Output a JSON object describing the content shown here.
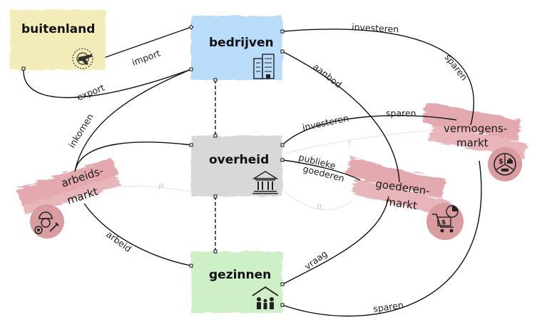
{
  "nodes": {
    "buitenland": "buitenland",
    "bedrijven": "bedrijven",
    "overheid": "overheid",
    "gezinnen": "gezinnen"
  },
  "markets": {
    "arbeidsmarkt": [
      "arbeids-",
      "markt"
    ],
    "vermogensmarkt": [
      "vermogens-",
      "markt"
    ],
    "goederenmarkt": [
      "goederen-",
      "markt"
    ]
  },
  "edges": {
    "import": "import",
    "export": "export",
    "investeren_top": "investeren",
    "sparen_top": "sparen",
    "aanbod": "aanbod",
    "inkomen": "inkomen",
    "investeren_mid": "investeren",
    "sparen_mid": "sparen",
    "publieke": "publieke",
    "goederen": "goederen",
    "arbeid": "arbeid",
    "vraag": "vraag",
    "sparen_bottom": "sparen"
  },
  "faint_symbols": {
    "mu": "μ",
    "i": "i",
    "pi": "π"
  },
  "icons": [
    "globe-plane-icon",
    "office-building-icon",
    "government-building-icon",
    "family-house-icon",
    "worker-gear-icon",
    "money-house-car-icon",
    "shopping-cart-chart-icon"
  ],
  "colors": {
    "buitenland": "#f3ecb9",
    "bedrijven": "#b9dcfb",
    "overheid": "#d8d8d8",
    "gezinnen": "#cdf0c7",
    "market_brush": "#e3a9ae",
    "market_circle": "#d99ca1"
  }
}
